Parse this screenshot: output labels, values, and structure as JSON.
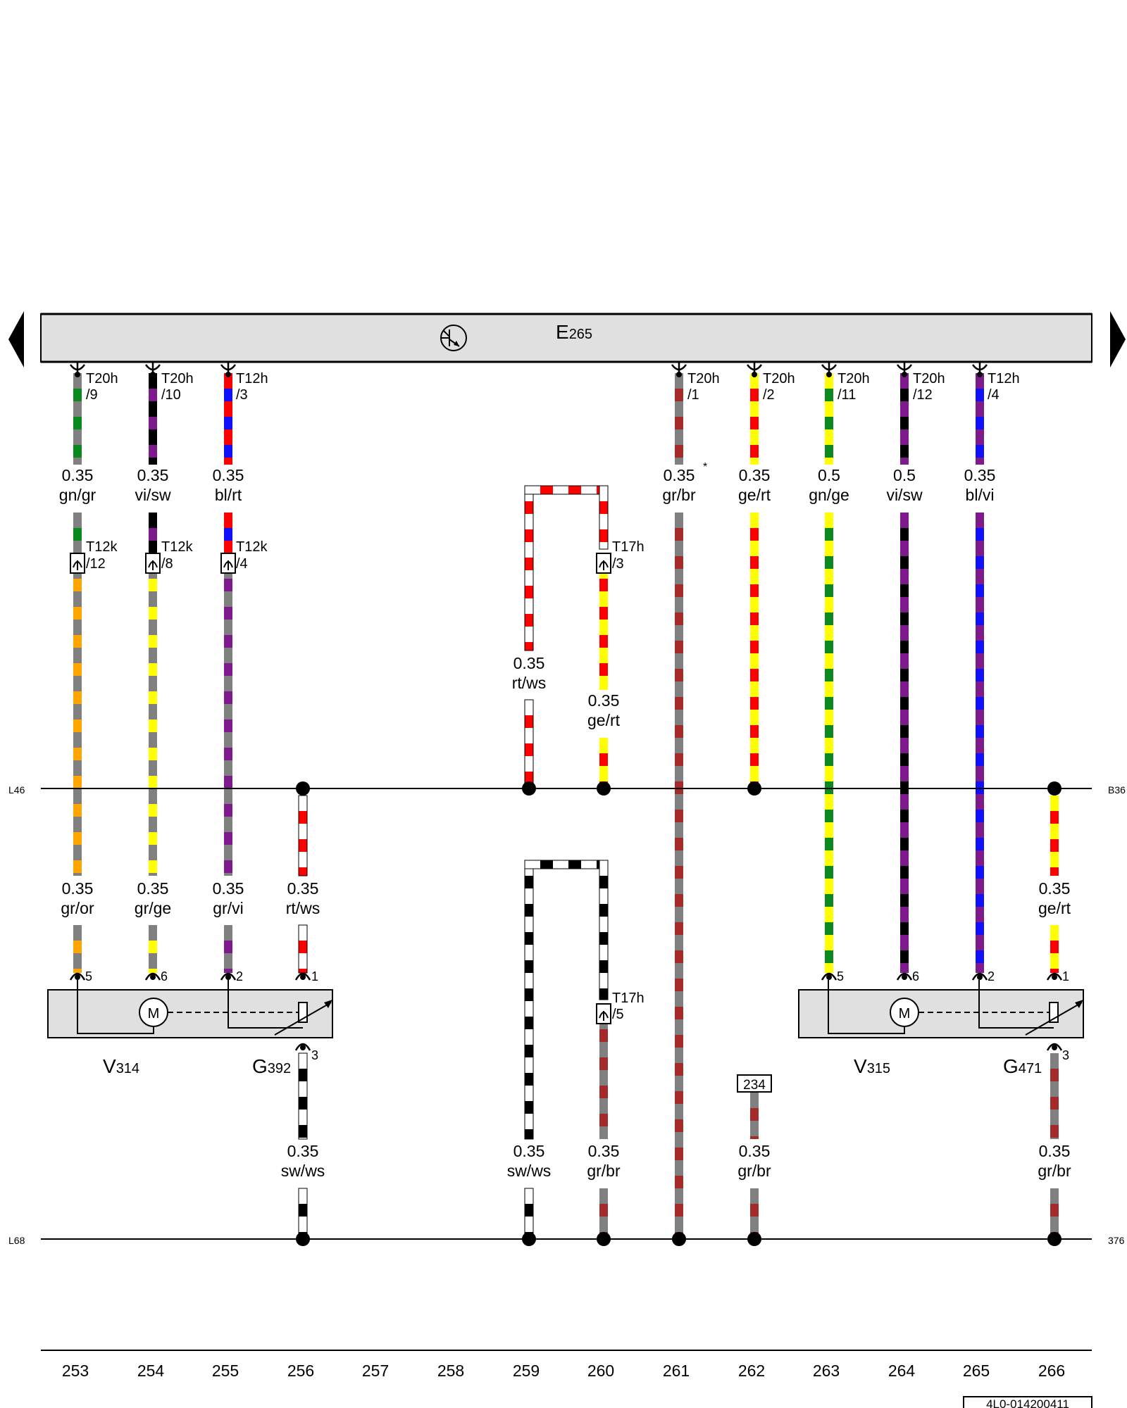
{
  "module": {
    "name": "E",
    "number": "265"
  },
  "components": [
    {
      "id": "V314",
      "letter": "V",
      "number": "314"
    },
    {
      "id": "G392",
      "letter": "G",
      "number": "392"
    },
    {
      "id": "V315",
      "letter": "V",
      "number": "315"
    },
    {
      "id": "G471",
      "letter": "G",
      "number": "471"
    }
  ],
  "motor_symbol": "M",
  "bus_labels": {
    "upper_left": "L46",
    "upper_right": "B36",
    "lower_left": "L68",
    "lower_right": "376"
  },
  "top_connectors": [
    {
      "name": "T20h",
      "pin": "/9"
    },
    {
      "name": "T20h",
      "pin": "/10"
    },
    {
      "name": "T12h",
      "pin": "/3"
    },
    {
      "name": "T20h",
      "pin": "/1"
    },
    {
      "name": "T20h",
      "pin": "/2"
    },
    {
      "name": "T20h",
      "pin": "/11"
    },
    {
      "name": "T20h",
      "pin": "/12"
    },
    {
      "name": "T12h",
      "pin": "/4"
    }
  ],
  "mid_connectors": [
    {
      "name": "T12k",
      "pin": "/12"
    },
    {
      "name": "T12k",
      "pin": "/8"
    },
    {
      "name": "T12k",
      "pin": "/4"
    },
    {
      "name": "T17h",
      "pin": "/3"
    },
    {
      "name": "T17h",
      "pin": "/5"
    }
  ],
  "wire_labels": [
    {
      "size": "0.35",
      "color": "gn/gr"
    },
    {
      "size": "0.35",
      "color": "vi/sw"
    },
    {
      "size": "0.35",
      "color": "bl/rt"
    },
    {
      "size": "0.35",
      "color": "gr/br"
    },
    {
      "size": "0.35",
      "color": "ge/rt"
    },
    {
      "size": "0.5",
      "color": "gn/ge"
    },
    {
      "size": "0.5",
      "color": "vi/sw"
    },
    {
      "size": "0.35",
      "color": "bl/vi"
    },
    {
      "size": "0.35",
      "color": "rt/ws"
    },
    {
      "size": "0.35",
      "color": "ge/rt"
    },
    {
      "size": "0.35",
      "color": "gr/or"
    },
    {
      "size": "0.35",
      "color": "gr/ge"
    },
    {
      "size": "0.35",
      "color": "gr/vi"
    },
    {
      "size": "0.35",
      "color": "rt/ws"
    },
    {
      "size": "0.35",
      "color": "ge/rt"
    },
    {
      "size": "0.35",
      "color": "sw/ws"
    },
    {
      "size": "0.35",
      "color": "sw/ws"
    },
    {
      "size": "0.35",
      "color": "gr/br"
    },
    {
      "size": "0.35",
      "color": "gr/br"
    },
    {
      "size": "0.35",
      "color": "gr/br"
    }
  ],
  "pins": [
    "5",
    "6",
    "2",
    "1",
    "5",
    "6",
    "2",
    "1",
    "3",
    "3"
  ],
  "asterisk": "*",
  "reference_box": "234",
  "column_numbers": [
    "253",
    "254",
    "255",
    "256",
    "257",
    "258",
    "259",
    "260",
    "261",
    "262",
    "263",
    "264",
    "265",
    "266"
  ],
  "drawing_id": "4L0-014200411",
  "colors": {
    "gn": "#0a8a1e",
    "gr": "#808080",
    "vi": "#7f1a8e",
    "sw": "#000000",
    "bl": "#1010ff",
    "rt": "#ff0000",
    "br": "#a52a2a",
    "ge": "#ffff00",
    "ws": "#ffffff",
    "or": "#ffa500",
    "module_fill": "#e0e0e0"
  }
}
